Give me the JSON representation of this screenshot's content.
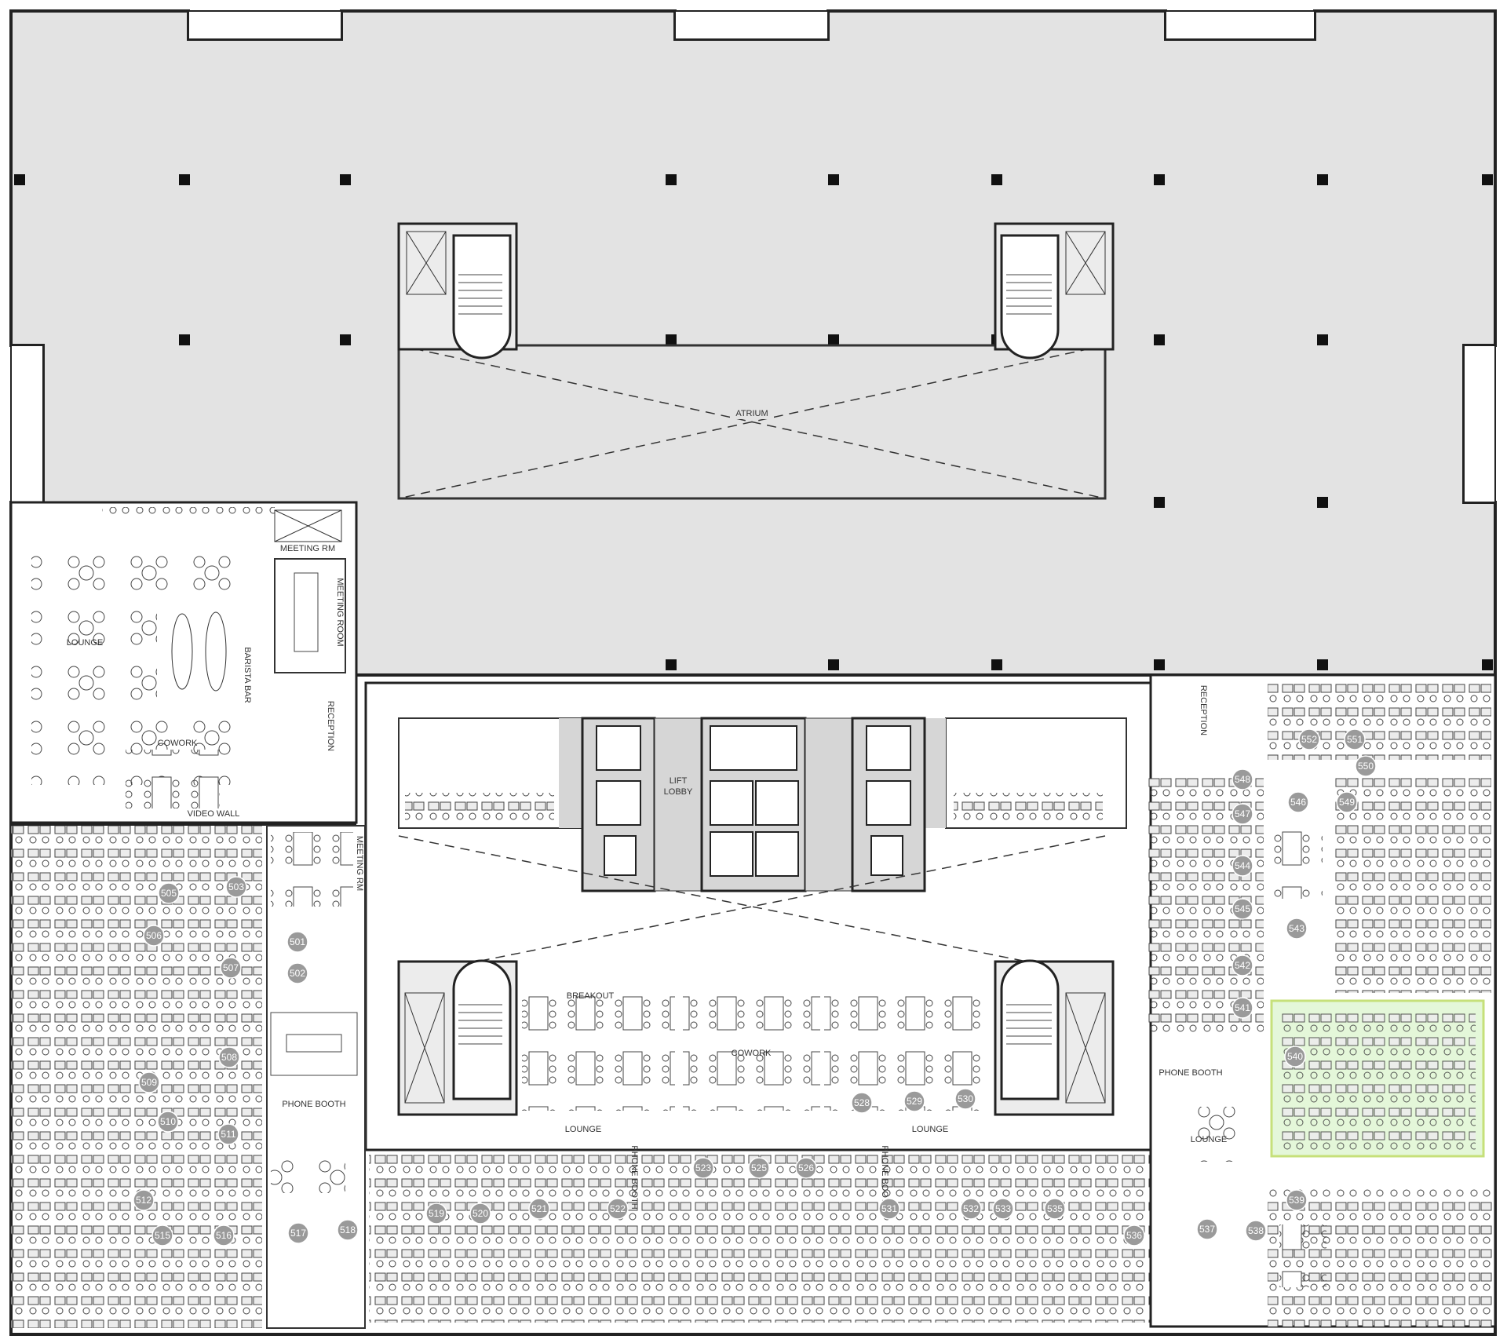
{
  "colors": {
    "shell": "#e3e3e3",
    "highlight": "#e4f7d9",
    "highlight_border": "#c6e07a",
    "wall": "#222222",
    "core": "#d6d6d6",
    "badge": "#9a9a9a"
  },
  "labels": {
    "atrium": "ATRIUM",
    "lift_lobby_1": "LIFT",
    "lift_lobby_2": "LOBBY",
    "meeting_rm_top": "MEETING RM",
    "meeting_room": "MEETING ROOM",
    "barista_bar": "BARISTA BAR",
    "lounge_left": "LOUNGE",
    "cowork_left": "COWORK",
    "video_wall": "VIDEO WALL",
    "reception_left": "RECEPTION",
    "meeting_rm_mid": "MEETING RM",
    "phone_booth_left": "PHONE BOOTH",
    "breakout": "BREAKOUT",
    "cowork_center": "COWORK",
    "lounge_center_left": "LOUNGE",
    "lounge_center_right": "LOUNGE",
    "phone_booth_center_left": "PHONE BOOTH",
    "phone_booth_center_right": "PHONE BOOTH",
    "reception_right": "RECEPTION",
    "phone_booth_right": "PHONE BOOTH",
    "lounge_right": "LOUNGE"
  },
  "offices": [
    "501",
    "502",
    "503",
    "505",
    "506",
    "507",
    "508",
    "509",
    "510",
    "511",
    "512",
    "515",
    "516",
    "517",
    "518",
    "519",
    "520",
    "521",
    "522",
    "523",
    "525",
    "526",
    "528",
    "529",
    "530",
    "531",
    "532",
    "533",
    "535",
    "536",
    "537",
    "538",
    "539",
    "540",
    "541",
    "542",
    "543",
    "544",
    "545",
    "546",
    "547",
    "548",
    "549",
    "550",
    "551",
    "552"
  ]
}
